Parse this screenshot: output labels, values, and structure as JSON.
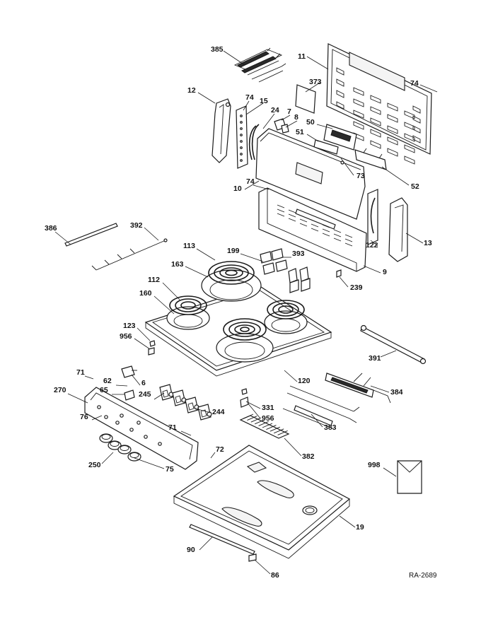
{
  "diagram": {
    "reference_code": "RA-2689",
    "callouts": [
      {
        "id": "c385",
        "text": "385"
      },
      {
        "id": "c11",
        "text": "11"
      },
      {
        "id": "c74a",
        "text": "74"
      },
      {
        "id": "c373",
        "text": "373"
      },
      {
        "id": "c12",
        "text": "12"
      },
      {
        "id": "c74b",
        "text": "74"
      },
      {
        "id": "c15",
        "text": "15"
      },
      {
        "id": "c24",
        "text": "24"
      },
      {
        "id": "c7",
        "text": "7"
      },
      {
        "id": "c8",
        "text": "8"
      },
      {
        "id": "c50",
        "text": "50"
      },
      {
        "id": "c51",
        "text": "51"
      },
      {
        "id": "c73",
        "text": "73"
      },
      {
        "id": "c52",
        "text": "52"
      },
      {
        "id": "c10",
        "text": "10"
      },
      {
        "id": "c74c",
        "text": "74"
      },
      {
        "id": "c386",
        "text": "386"
      },
      {
        "id": "c392",
        "text": "392"
      },
      {
        "id": "c122",
        "text": "122"
      },
      {
        "id": "c13",
        "text": "13"
      },
      {
        "id": "c9",
        "text": "9"
      },
      {
        "id": "c113",
        "text": "113"
      },
      {
        "id": "c199",
        "text": "199"
      },
      {
        "id": "c393",
        "text": "393"
      },
      {
        "id": "c163",
        "text": "163"
      },
      {
        "id": "c239",
        "text": "239"
      },
      {
        "id": "c112",
        "text": "112"
      },
      {
        "id": "c160",
        "text": "160"
      },
      {
        "id": "c123",
        "text": "123"
      },
      {
        "id": "c956a",
        "text": "956"
      },
      {
        "id": "c391",
        "text": "391"
      },
      {
        "id": "c71a",
        "text": "71"
      },
      {
        "id": "c62",
        "text": "62"
      },
      {
        "id": "c6",
        "text": "6"
      },
      {
        "id": "c120",
        "text": "120"
      },
      {
        "id": "c384",
        "text": "384"
      },
      {
        "id": "c270",
        "text": "270"
      },
      {
        "id": "c65",
        "text": "65"
      },
      {
        "id": "c245",
        "text": "245"
      },
      {
        "id": "c331",
        "text": "331"
      },
      {
        "id": "c244",
        "text": "244"
      },
      {
        "id": "c956b",
        "text": "956"
      },
      {
        "id": "c76",
        "text": "76"
      },
      {
        "id": "c383",
        "text": "383"
      },
      {
        "id": "c71b",
        "text": "71"
      },
      {
        "id": "c72",
        "text": "72"
      },
      {
        "id": "c382",
        "text": "382"
      },
      {
        "id": "c250",
        "text": "250"
      },
      {
        "id": "c75",
        "text": "75"
      },
      {
        "id": "c998",
        "text": "998"
      },
      {
        "id": "c19",
        "text": "19"
      },
      {
        "id": "c90",
        "text": "90"
      },
      {
        "id": "c86",
        "text": "86"
      }
    ]
  }
}
